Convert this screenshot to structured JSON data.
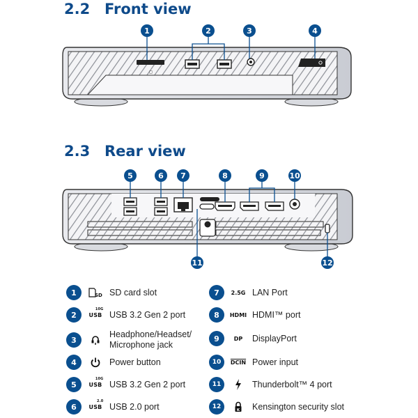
{
  "sections": {
    "front": {
      "number": "2.2",
      "title": "Front view"
    },
    "rear": {
      "number": "2.3",
      "title": "Rear view"
    }
  },
  "callouts": {
    "front": [
      "1",
      "2",
      "3",
      "4"
    ],
    "rear": [
      "5",
      "6",
      "7",
      "8",
      "9",
      "10",
      "11",
      "12"
    ]
  },
  "legend": [
    {
      "num": "1",
      "icon": "sd-card-icon",
      "icon_text": "SD",
      "label": "SD card slot"
    },
    {
      "num": "2",
      "icon": "usb-icon",
      "icon_text": "USB",
      "icon_sup": "10G",
      "label": "USB 3.2 Gen 2 port"
    },
    {
      "num": "3",
      "icon": "headset-icon",
      "icon_text": "",
      "label": "Headphone/Headset/\nMicrophone jack"
    },
    {
      "num": "4",
      "icon": "power-icon",
      "icon_text": "",
      "label": "Power button"
    },
    {
      "num": "5",
      "icon": "usb-icon",
      "icon_text": "USB",
      "icon_sup": "10G",
      "label": "USB 3.2 Gen 2 port"
    },
    {
      "num": "6",
      "icon": "usb-icon",
      "icon_text": "USB",
      "icon_sup": "2.0",
      "label": "USB 2.0 port"
    },
    {
      "num": "7",
      "icon": "lan-icon",
      "icon_text": "2.5G",
      "label": "LAN Port"
    },
    {
      "num": "8",
      "icon": "hdmi-icon",
      "icon_text": "HDMI",
      "label": "HDMI™ port"
    },
    {
      "num": "9",
      "icon": "displayport-icon",
      "icon_text": "DP",
      "label": "DisplayPort"
    },
    {
      "num": "10",
      "icon": "dc-in-icon",
      "icon_text": "DCIN",
      "label": "Power input"
    },
    {
      "num": "11",
      "icon": "thunderbolt-icon",
      "icon_text": "",
      "label": "Thunderbolt™ 4 port"
    },
    {
      "num": "12",
      "icon": "kensington-lock-icon",
      "icon_text": "",
      "label": "Kensington security slot"
    }
  ],
  "colors": {
    "accent": "#0a4f8f",
    "heading": "#0e4a8a",
    "device_body": "#f2f3f5",
    "device_outline": "#333333"
  }
}
